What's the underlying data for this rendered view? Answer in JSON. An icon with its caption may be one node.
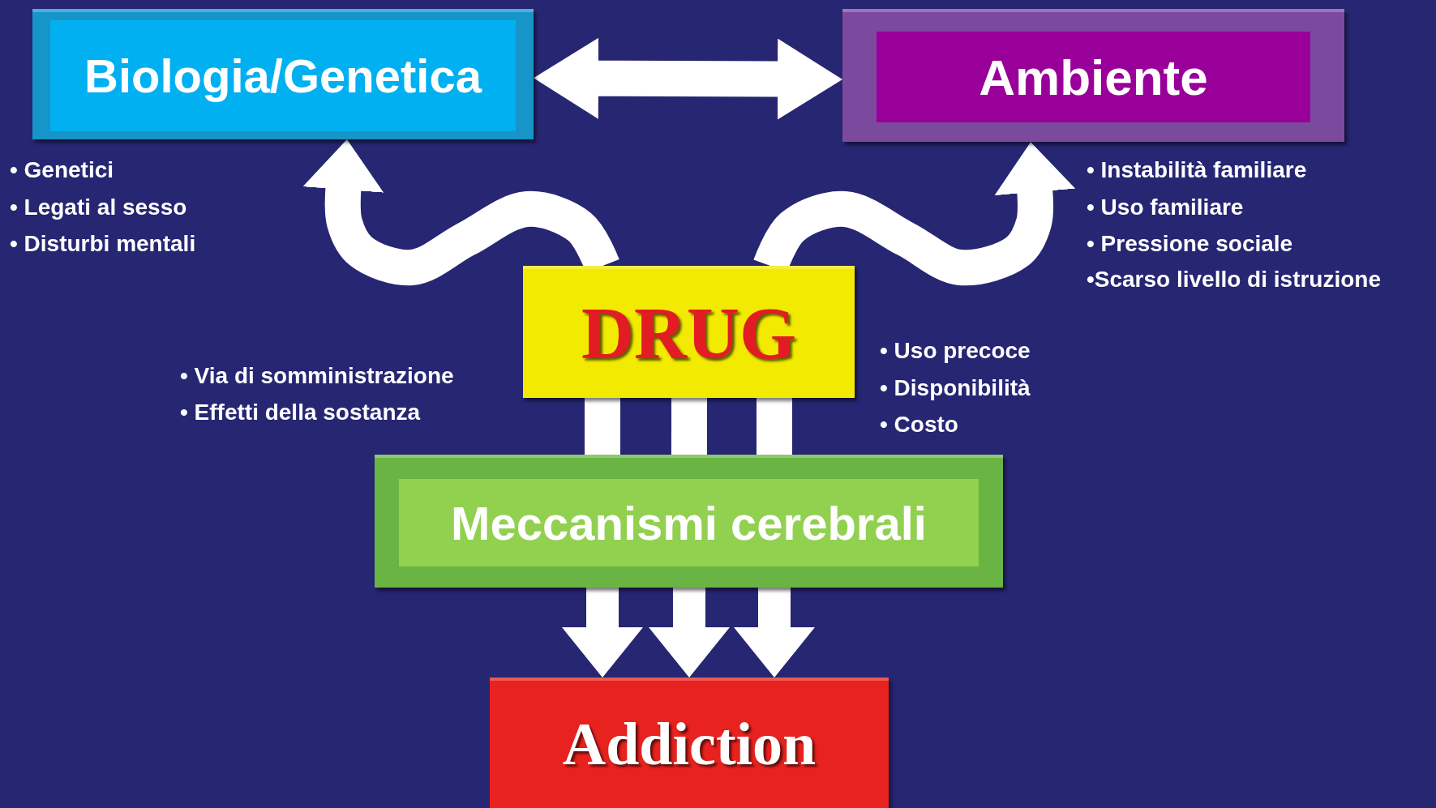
{
  "diagram": {
    "nodes": [
      {
        "text": [
          "Biologia/Genetica"
        ],
        "beside": [
          "• Genetici",
          "• Legati al sesso",
          "• Disturbi mentali"
        ]
      },
      {
        "text": [
          "Ambiente"
        ],
        "beside": [
          "• Instabilità familiare",
          "• Uso familiare",
          "• Pressione sociale",
          "•Scarso livello di istruzione"
        ]
      },
      {
        "text": [
          "DRUG"
        ],
        "beside": [
          "• Via di somministrazione",
          "• Effetti della sostanza",
          "• Uso precoce",
          "• Disponibilità",
          "• Costo"
        ]
      },
      {
        "text": [
          "Meccanismi cerebrali"
        ]
      },
      {
        "text": [
          "Addiction"
        ]
      }
    ],
    "edges": [
      {
        "from": 0,
        "to": 1,
        "arrow": "both"
      },
      {
        "from": 2,
        "to": 0,
        "arrow": "to"
      },
      {
        "from": 2,
        "to": 1,
        "arrow": "to"
      },
      {
        "from": 2,
        "to": 3,
        "arrow": "none"
      },
      {
        "from": 2,
        "to": 3,
        "arrow": "none"
      },
      {
        "from": 2,
        "to": 3,
        "arrow": "none"
      },
      {
        "from": 3,
        "to": 4,
        "arrow": "to"
      },
      {
        "from": 3,
        "to": 4,
        "arrow": "to"
      },
      {
        "from": 3,
        "to": 4,
        "arrow": "to"
      }
    ]
  }
}
